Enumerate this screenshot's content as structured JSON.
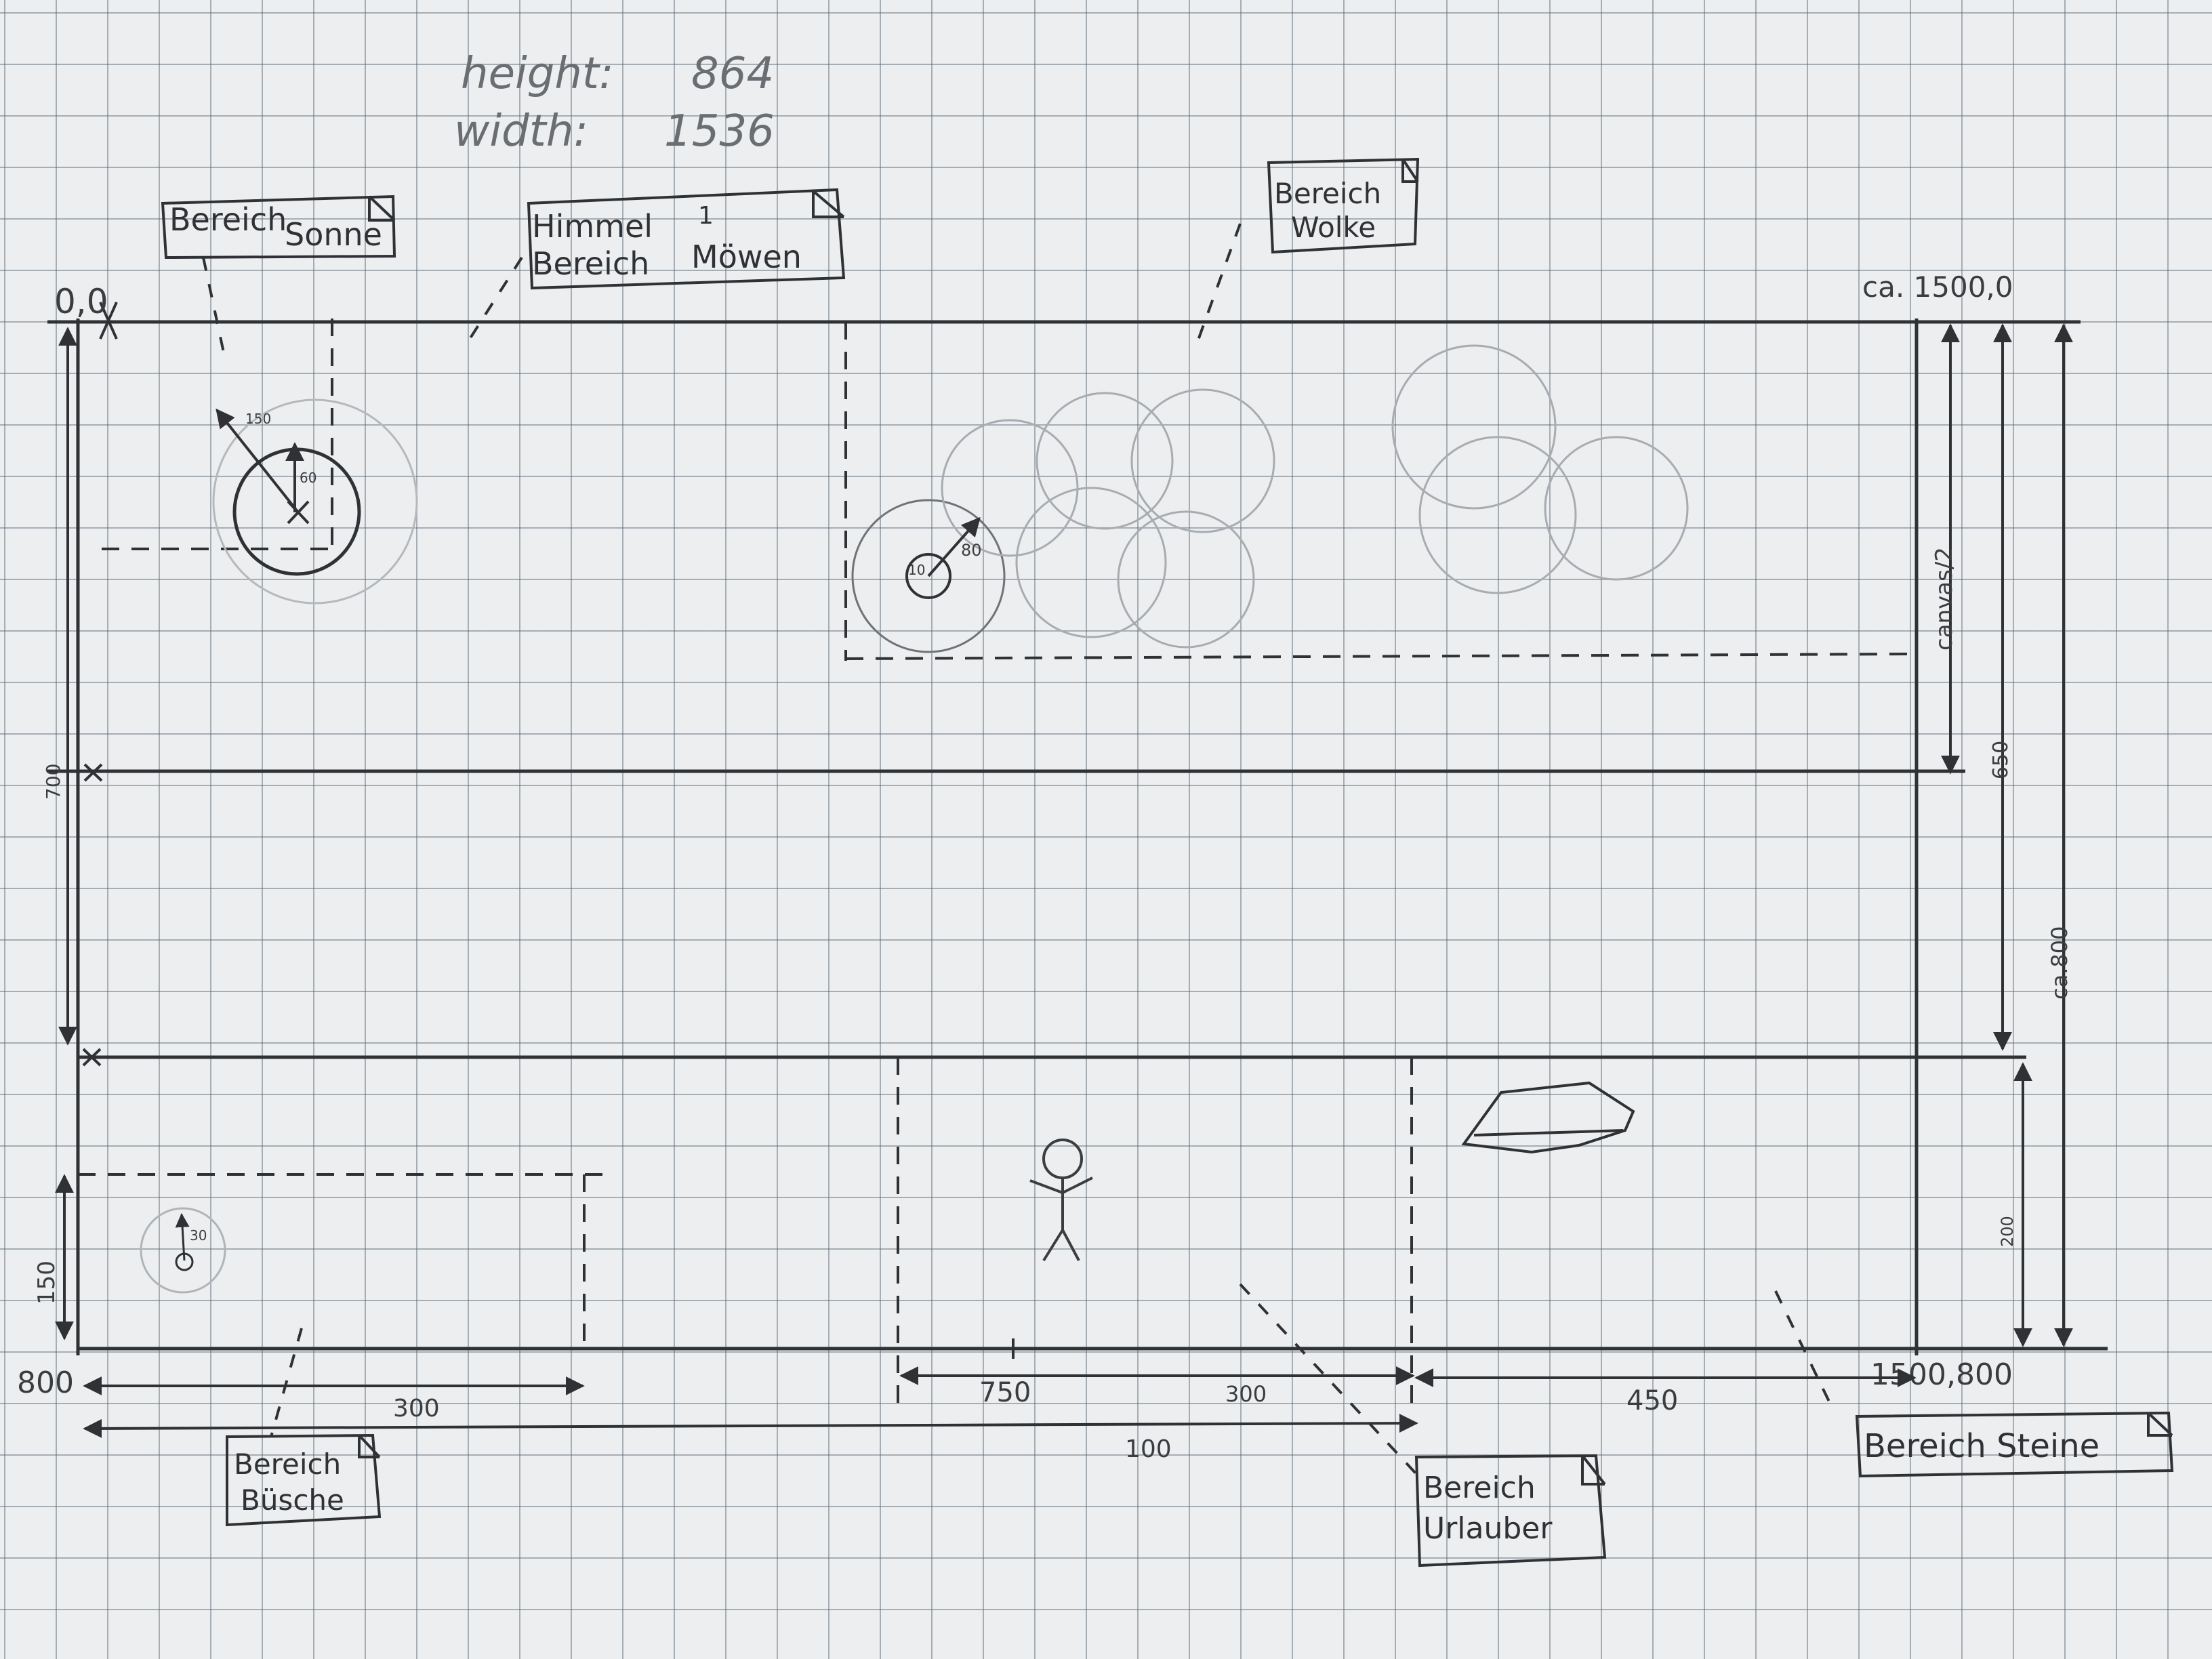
{
  "header": {
    "height_label": "height:",
    "height_value": "864",
    "width_label": "width:",
    "width_value": "1536"
  },
  "labels": {
    "sonne": [
      "Bereich",
      "Sonne"
    ],
    "himmel": [
      "Himmel",
      "Bereich",
      "1",
      "Möwen"
    ],
    "wolke": [
      "Bereich",
      "Wolke"
    ],
    "buesche": [
      "Bereich",
      "Büsche"
    ],
    "urlauber": [
      "Bereich",
      "Urlauber"
    ],
    "steine": "Bereich Steine"
  },
  "coords": {
    "origin": "0,0",
    "top_right": "ca. 1500,0",
    "bottom_left": "800",
    "bottom_right": "1500,800"
  },
  "dimensions": {
    "left_700": "700",
    "left_150": "150",
    "sun_r_outer": "150",
    "sun_r_inner": "60",
    "cloud_r_small": "10",
    "cloud_r_large": "80",
    "bush_r": "30",
    "canvas_half": "canvas/2",
    "right_650": "650",
    "right_200": "200",
    "right_800": "ca.800",
    "bottom_300": "300",
    "bottom_100": "100",
    "bottom_750": "750",
    "bottom_300b": "300",
    "bottom_450": "450"
  },
  "colors": {
    "ink": "#2f3134",
    "pencil": "#9aa0a6",
    "paper": "#eceeef"
  }
}
